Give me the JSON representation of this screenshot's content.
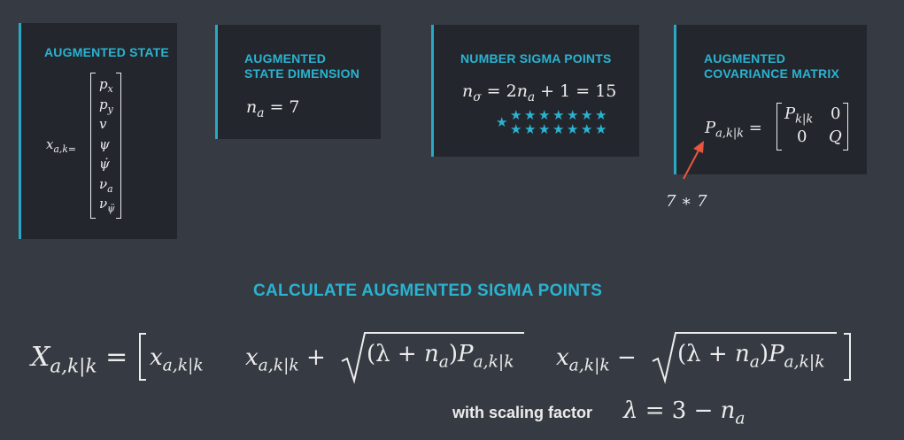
{
  "cards": {
    "augmented_state": {
      "title": "AUGMENTED STATE",
      "lhs_var": "x",
      "lhs_sub": "a,k=",
      "vector": [
        {
          "base": "p",
          "sub": "x"
        },
        {
          "base": "p",
          "sub": "y"
        },
        {
          "base": "v",
          "sub": ""
        },
        {
          "base": "ψ",
          "sub": ""
        },
        {
          "base": "ψ̇",
          "sub": ""
        },
        {
          "base": "ν",
          "sub": "a"
        },
        {
          "base": "ν",
          "sub": "ψ̈"
        }
      ]
    },
    "state_dimension": {
      "title_line1": "AUGMENTED",
      "title_line2": "STATE DIMENSION",
      "var": "n",
      "sub": "a",
      "rhs": "= 7"
    },
    "sigma_points": {
      "title": "NUMBER SIGMA POINTS",
      "var": "n",
      "sub": "σ",
      "rhs_a": "= 2",
      "rhs_var": "n",
      "rhs_sub": "a",
      "rhs_b": "+ 1 = 15",
      "star_glyph": "★",
      "star_count": 15
    },
    "covariance": {
      "title_line1": "AUGMENTED",
      "title_line2": "COVARIANCE MATRIX",
      "lhs_var": "P",
      "lhs_sub": "a,k|k",
      "eq": "=",
      "matrix": {
        "r1c1_var": "P",
        "r1c1_sub": "k|k",
        "r1c2": "0",
        "r2c1": "0",
        "r2c2": "Q"
      },
      "size_annotation": "7 ∗ 7"
    }
  },
  "section_title": "CALCULATE AUGMENTED SIGMA POINTS",
  "equation": {
    "lhs_var": "X",
    "lhs_sub": "a,k|k",
    "eq": "=",
    "x_var": "x",
    "x_sub": "a,k|k",
    "plus": "+",
    "minus": "−",
    "radicand_open": "(λ + ",
    "radicand_n": "n",
    "radicand_n_sub": "a",
    "radicand_close": ")",
    "radicand_P": "P",
    "radicand_P_sub": "a,k|k"
  },
  "scaling": {
    "label": "with scaling factor",
    "lambda": "λ",
    "eq": "= 3 −",
    "var": "n",
    "sub": "a"
  },
  "colors": {
    "background": "#363b43",
    "card": "#23272d",
    "accent": "#2ab3d1",
    "arrow": "#e8563f",
    "text": "#ececec"
  }
}
